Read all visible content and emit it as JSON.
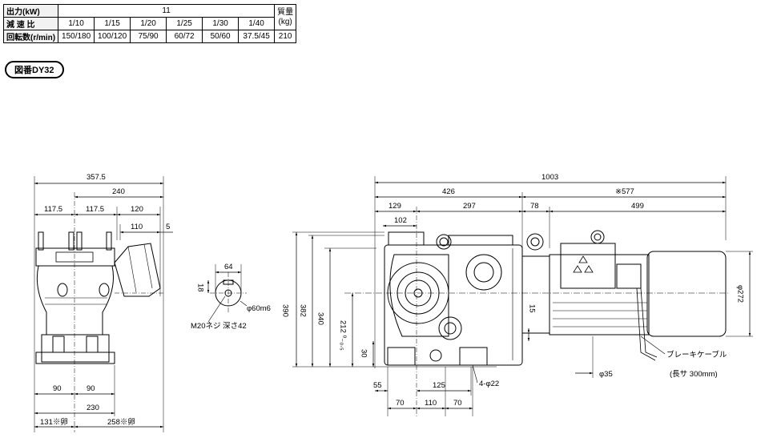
{
  "spec_table": {
    "label_output": "出力(kW)",
    "output_value": "11",
    "label_mass": "質量\n(kg)",
    "label_ratio": "減 速 比",
    "ratios": [
      "1/10",
      "1/15",
      "1/20",
      "1/25",
      "1/30",
      "1/40"
    ],
    "label_speed": "回転数(r/min)",
    "speeds": [
      "150/180",
      "100/120",
      "75/90",
      "60/72",
      "50/60",
      "37.5/45"
    ],
    "mass": "210"
  },
  "drawing_label": "図番DY32",
  "dims": {
    "d357": "357.5",
    "d240": "240",
    "d117a": "117.5",
    "d117b": "117.5",
    "d120": "120",
    "d110": "110",
    "d5": "5",
    "d90a": "90",
    "d90b": "90",
    "d230": "230",
    "d131": "131※卵",
    "d258": "258※卵",
    "d64": "64",
    "d18": "18",
    "d60m6": "φ60m6",
    "m20": "M20ネジ 深さ42",
    "d1003": "1003",
    "d426": "426",
    "d577": "※577",
    "d129": "129",
    "d297": "297",
    "d78": "78",
    "d499": "499",
    "d102": "102",
    "d390": "390",
    "d382": "382",
    "d340": "340",
    "d212": "212 ⁰₋₀.₅",
    "d30": "30",
    "d15": "15",
    "d272": "φ272",
    "d55": "55",
    "d125": "125",
    "d4-22": "4-φ22",
    "d70a": "70",
    "d110b": "110",
    "d70b": "70",
    "d35": "φ35",
    "brake_cable": "ブレーキケーブル",
    "brake_len": "(長サ 300mm)"
  }
}
